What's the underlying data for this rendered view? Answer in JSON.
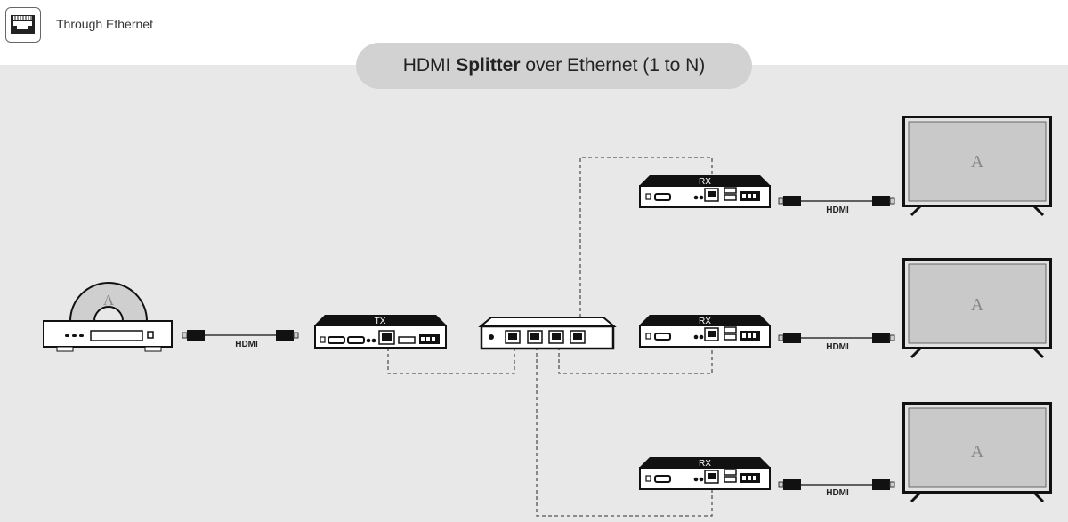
{
  "header": {
    "title": "Through Ethernet",
    "icon": "ethernet-port-icon"
  },
  "banner": {
    "part1": "HDMI ",
    "part2": "Splitter",
    "part3": " over Ethernet (1 to N)"
  },
  "devices": {
    "source_label": "A",
    "tx_label": "TX",
    "rx_label": "RX",
    "tv_label": "A",
    "cable_label": "HDMI"
  },
  "colors": {
    "background": "#e8e8e8",
    "banner": "#d2d2d2",
    "screen": "#c8c8c8"
  }
}
